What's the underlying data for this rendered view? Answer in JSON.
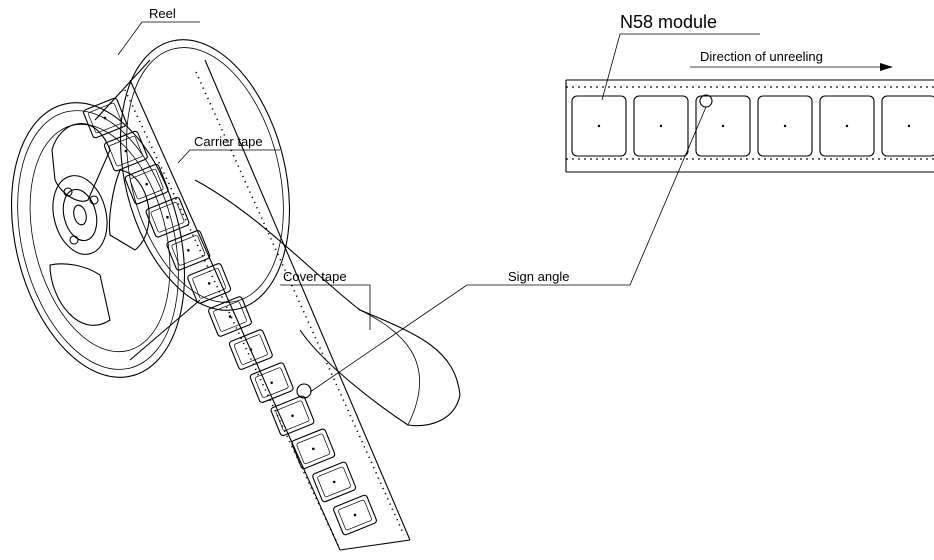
{
  "labels": {
    "reel": "Reel",
    "module": "N58 module",
    "direction": "Direction of unreeling",
    "carrier_tape": "Carrier tape",
    "cover_tape": "Cover tape",
    "sign_angle": "Sign angle"
  },
  "tape": {
    "visible_pockets": 6,
    "reel_pockets": 13
  },
  "colors": {
    "line": "#000000",
    "background": "#ffffff"
  }
}
